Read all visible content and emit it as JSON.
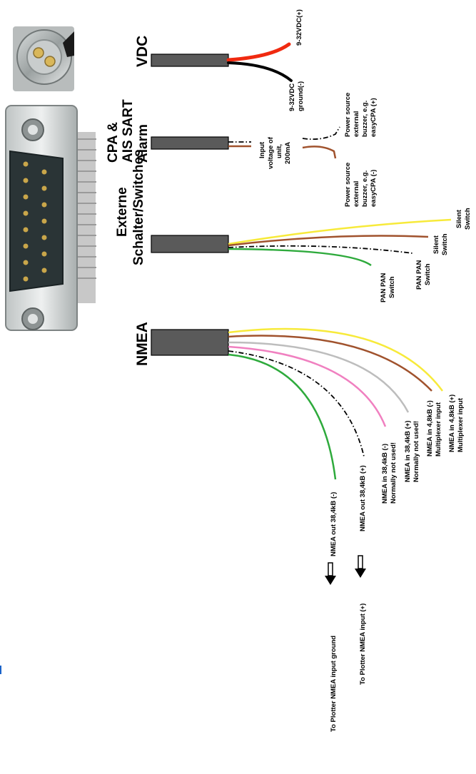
{
  "headings": {
    "vdc": "VDC",
    "cpa_line1": "CPA &",
    "cpa_line2": "AIS SART",
    "cpa_line3": "Alarm",
    "externe_line1": "Externe",
    "externe_line2": "Schalter/Switches",
    "nmea": "NMEA"
  },
  "vdc_labels": {
    "plus": "9-32VDC(+)",
    "minus_line1": "9-32VDC",
    "minus_line2": "ground(-)"
  },
  "alarm_labels": {
    "input": [
      "Input",
      "voltage of",
      "unit,",
      "200mA"
    ],
    "source_plus": [
      "Power source",
      "external",
      "buzzer, e.g.",
      "easyCPA (+)"
    ],
    "source_minus": [
      "Power source",
      "external",
      "buzzer, e.g.",
      "easyCPA (-)"
    ]
  },
  "switch_labels": {
    "silent_yellow": [
      "Silent",
      "Switch"
    ],
    "silent_brown": [
      "Silent",
      "Switch"
    ],
    "panpan_dash": [
      "PAN PAN",
      "Switch"
    ],
    "panpan_green": [
      "PAN PAN",
      "Switch"
    ]
  },
  "nmea_labels": {
    "yellow": [
      "NMEA in 4,8kB (+)",
      "Multiplexer input"
    ],
    "brown": [
      "NMEA in 4,8kB (-)",
      "Multiplexer input"
    ],
    "gray": [
      "NMEA in 38,4kB (+)",
      "Normally not used!"
    ],
    "pink": [
      "NMEA in 38,4kB (-)",
      "Normally not used!"
    ],
    "dash": "NMEA out 38,4kB (+)",
    "green": "NMEA out 38,4kB (-)"
  },
  "plotter_labels": {
    "ground": "To Plotter NMEA input ground",
    "plus": "To Plotter NMEA input (+)"
  },
  "colors": {
    "red": "#f02a10",
    "black": "#000000",
    "yellow": "#f7ea3a",
    "brown": "#a0522d",
    "green": "#2eaa3c",
    "pink": "#f080c0",
    "gray": "#bdbdbd",
    "cable": "#5a5a5a"
  }
}
